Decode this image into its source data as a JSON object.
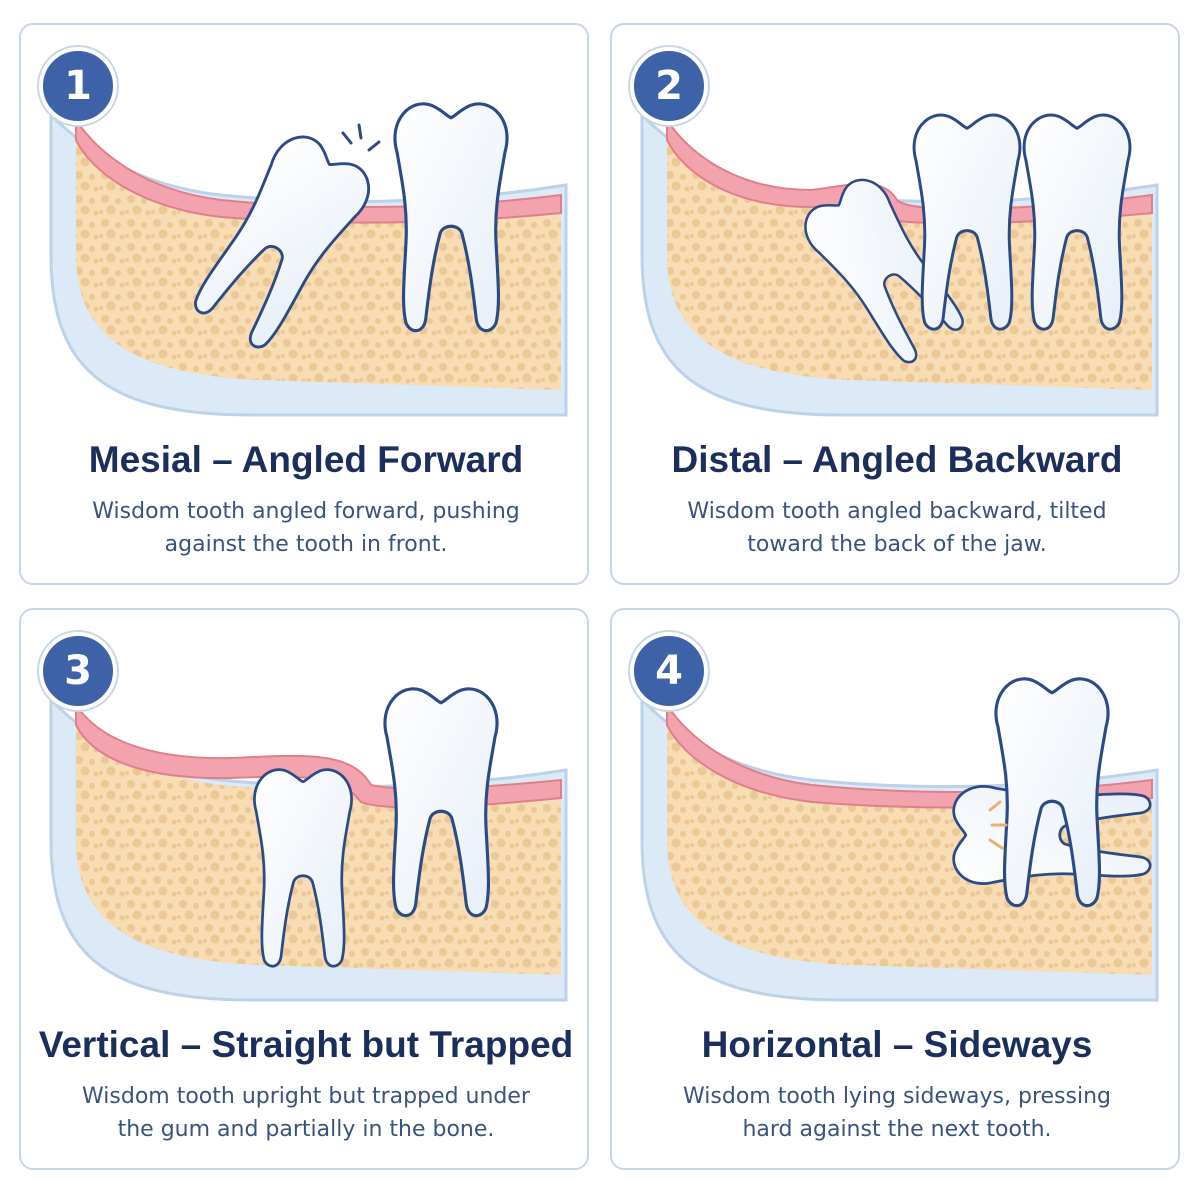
{
  "colors": {
    "badge": "#3d62a8",
    "title": "#1c2f5c",
    "description": "#3a537d",
    "gum": "#f2a3ad",
    "bone": "#f7dcb4",
    "bone_pores": "#e8c08a",
    "jaw_outline": "#cfe0f2",
    "tooth_outline": "#2c4a86"
  },
  "panels": [
    {
      "number": "1",
      "title": "Mesial – Angled Forward",
      "description": "Wisdom tooth angled forward, pushing against the tooth in front."
    },
    {
      "number": "2",
      "title": "Distal – Angled Backward",
      "description": "Wisdom tooth angled backward, tilted toward the back of the jaw."
    },
    {
      "number": "3",
      "title": "Vertical – Straight but Trapped",
      "description": "Wisdom tooth upright but trapped under the gum and partially in the bone."
    },
    {
      "number": "4",
      "title": "Horizontal – Sideways",
      "description": "Wisdom tooth lying sideways, pressing hard against the next tooth."
    }
  ]
}
